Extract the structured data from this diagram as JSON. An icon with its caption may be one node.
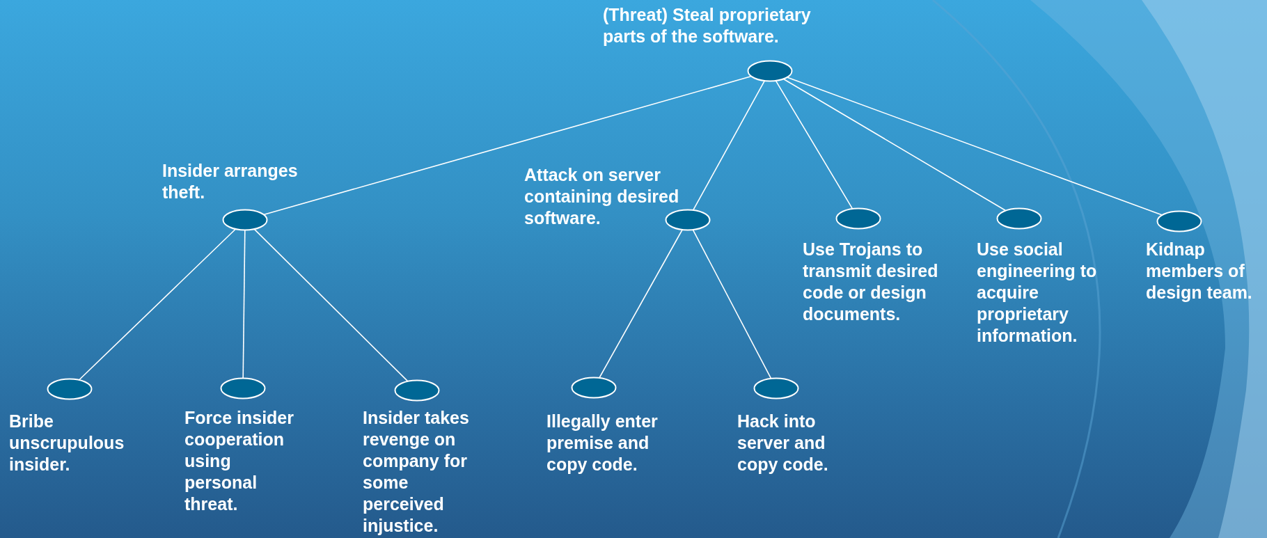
{
  "diagram": {
    "nodes": [
      {
        "text": [
          "(Threat) Steal proprietary parts of the software."
        ]
      },
      {
        "text": [
          "Insider arranges theft."
        ]
      },
      {
        "text": [
          "Attack on server containing desired software."
        ]
      },
      {
        "text": [
          "Use Trojans to transmit desired code or design documents."
        ]
      },
      {
        "text": [
          "Use social engineering to acquire proprietary information."
        ]
      },
      {
        "text": [
          "Kidnap members of design team."
        ]
      },
      {
        "text": [
          "Bribe unscrupulous insider."
        ]
      },
      {
        "text": [
          "Force insider cooperation using personal threat."
        ]
      },
      {
        "text": [
          "Insider takes revenge on company for some perceived injustice."
        ]
      },
      {
        "text": [
          "Illegally enter premise and copy code."
        ]
      },
      {
        "text": [
          "Hack into server and copy code."
        ]
      }
    ],
    "edges": [
      {
        "from": 0,
        "to": 1,
        "arrow": "none"
      },
      {
        "from": 0,
        "to": 2,
        "arrow": "none"
      },
      {
        "from": 0,
        "to": 3,
        "arrow": "none"
      },
      {
        "from": 0,
        "to": 4,
        "arrow": "none"
      },
      {
        "from": 0,
        "to": 5,
        "arrow": "none"
      },
      {
        "from": 1,
        "to": 6,
        "arrow": "none"
      },
      {
        "from": 1,
        "to": 7,
        "arrow": "none"
      },
      {
        "from": 1,
        "to": 8,
        "arrow": "none"
      },
      {
        "from": 2,
        "to": 9,
        "arrow": "none"
      },
      {
        "from": 2,
        "to": 10,
        "arrow": "none"
      }
    ]
  }
}
